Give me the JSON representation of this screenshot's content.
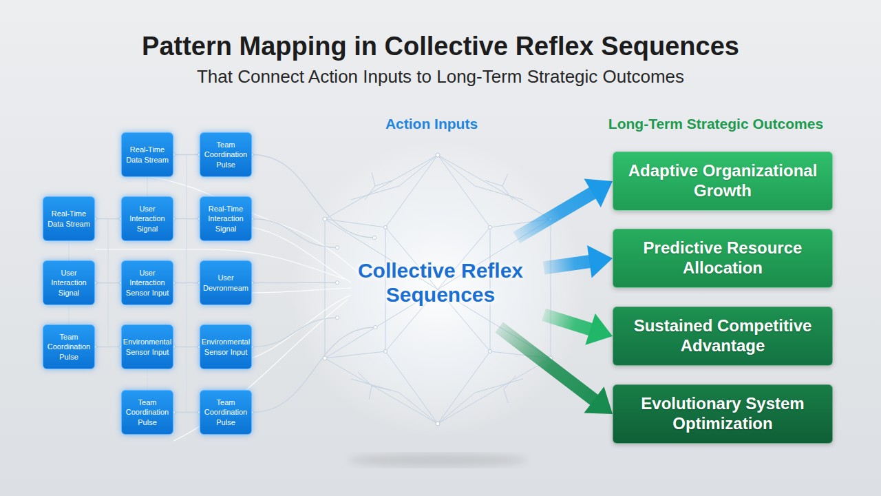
{
  "diagram": {
    "title": "Pattern Mapping in Collective Reflex Sequences",
    "nodes": [
      {
        "text": [
          "Real-Time Data Stream"
        ]
      },
      {
        "text": [
          "Team Coordination Pulse"
        ]
      },
      {
        "text": [
          "Real-Time Data Stream"
        ]
      },
      {
        "text": [
          "User Interaction Signal"
        ]
      },
      {
        "text": [
          "Real-Time Interaction Signal"
        ]
      },
      {
        "text": [
          "User Interaction Signal"
        ]
      },
      {
        "text": [
          "User Interaction Sensor Input"
        ]
      },
      {
        "text": [
          "User Devronmeam"
        ]
      },
      {
        "text": [
          "Team Coordination Pulse"
        ]
      },
      {
        "text": [
          "Environmental Sensor Input"
        ]
      },
      {
        "text": [
          "Environmental Sensor Input"
        ]
      },
      {
        "text": [
          "Team Coordination Pulse"
        ]
      },
      {
        "text": [
          "Team Coordination Pulse"
        ]
      },
      {
        "text": [
          "Collective Reflex Sequences"
        ]
      },
      {
        "text": [
          "Adaptive Organizational Growth"
        ]
      },
      {
        "text": [
          "Predictive Resource Allocation"
        ]
      },
      {
        "text": [
          "Sustained Competitive Advantage"
        ]
      },
      {
        "text": [
          "Evolutionary System Optimization"
        ]
      }
    ],
    "edges": [
      {
        "from": 0,
        "to": 1,
        "arrow": "none"
      },
      {
        "from": 2,
        "to": 3,
        "arrow": "none"
      },
      {
        "from": 3,
        "to": 4,
        "arrow": "none"
      },
      {
        "from": 5,
        "to": 6,
        "arrow": "none"
      },
      {
        "from": 6,
        "to": 7,
        "arrow": "none"
      },
      {
        "from": 8,
        "to": 9,
        "arrow": "none"
      },
      {
        "from": 9,
        "to": 10,
        "arrow": "none"
      },
      {
        "from": 11,
        "to": 12,
        "arrow": "none"
      },
      {
        "from": 1,
        "to": 13,
        "arrow": "none"
      },
      {
        "from": 4,
        "to": 13,
        "arrow": "none"
      },
      {
        "from": 7,
        "to": 13,
        "arrow": "none"
      },
      {
        "from": 10,
        "to": 13,
        "arrow": "none"
      },
      {
        "from": 12,
        "to": 13,
        "arrow": "none"
      },
      {
        "from": 13,
        "to": 14,
        "arrow": "to"
      },
      {
        "from": 13,
        "to": 15,
        "arrow": "to"
      },
      {
        "from": 13,
        "to": 16,
        "arrow": "to"
      },
      {
        "from": 13,
        "to": 17,
        "arrow": "to"
      }
    ],
    "labels": [
      "That Connect Action Inputs to Long-Term Strategic Outcomes",
      "Action Inputs",
      "Long-Term Strategic Outcomes"
    ]
  }
}
